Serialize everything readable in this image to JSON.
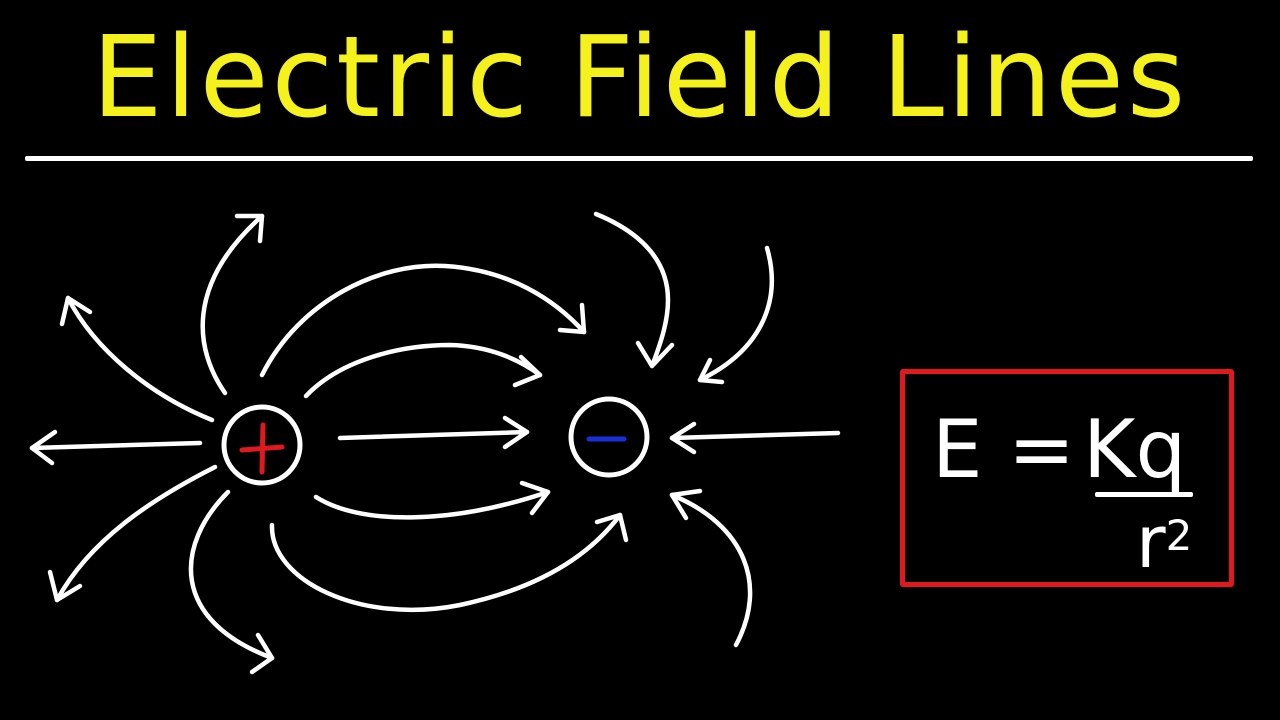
{
  "title": "Electric Field Lines",
  "colors": {
    "background": "#000000",
    "title": "#f5f11d",
    "lines": "#ffffff",
    "positive_sign": "#e0191f",
    "negative_sign": "#1a2fd6",
    "formula_box": "#e0191f"
  },
  "charges": {
    "positive_sign": "+",
    "negative_sign": "−"
  },
  "formula": {
    "lhs": "E = ",
    "numerator": "Kq",
    "denominator_base": "r",
    "denominator_exp": "2"
  }
}
